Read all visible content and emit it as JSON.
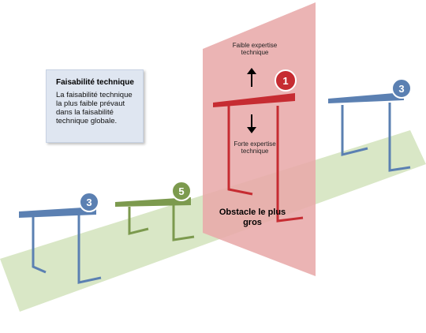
{
  "note": {
    "title": "Faisabilité technique",
    "body": "La faisabilité technique la plus faible prévaut dans la faisabilité technique globale."
  },
  "labels": {
    "top": "Faible expertise technique",
    "bottom": "Forte expertise technique",
    "main": "Obstacle le plus gros"
  },
  "hurdles": [
    {
      "id": "left-blue",
      "number": "3",
      "color": "#5b80b2"
    },
    {
      "id": "green",
      "number": "5",
      "color": "#7c9a4e"
    },
    {
      "id": "red",
      "number": "1",
      "color": "#c62c32"
    },
    {
      "id": "right-blue",
      "number": "3",
      "color": "#5b80b2"
    }
  ],
  "colors": {
    "track": "#d9e7c6",
    "wall": "#e8aaaa",
    "blue": "#5b80b2",
    "green": "#7c9a4e",
    "red": "#c62c32",
    "note_bg": "#dfe6f1"
  }
}
